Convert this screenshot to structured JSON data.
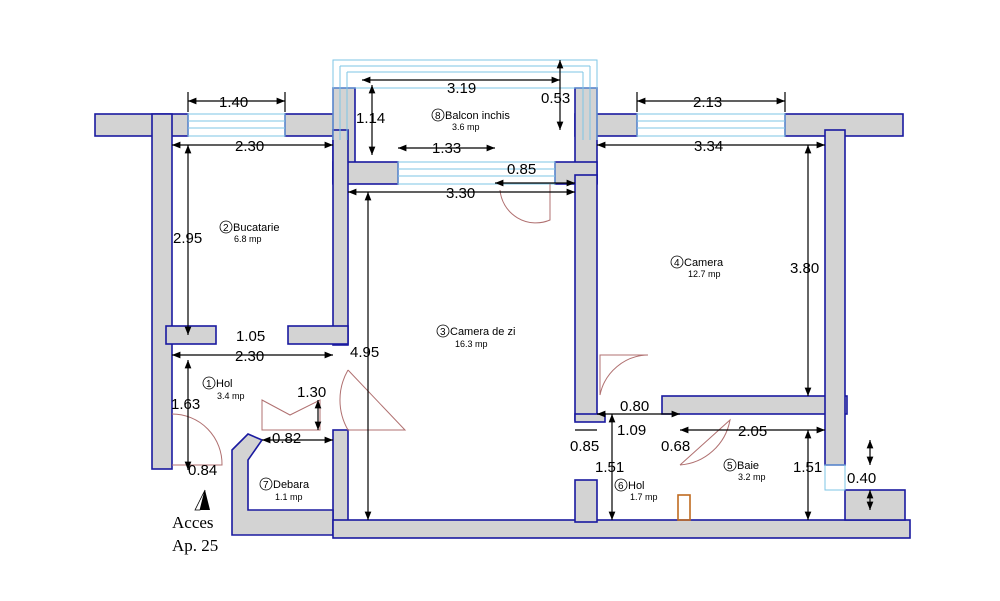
{
  "dimensions": {
    "d_1_40": "1.40",
    "d_2_30_top": "2.30",
    "d_2_95": "2.95",
    "d_1_05": "1.05",
    "d_2_30_mid": "2.30",
    "d_1_63": "1.63",
    "d_1_30": "1.30",
    "d_0_82": "0.82",
    "d_0_84": "0.84",
    "d_3_19": "3.19",
    "d_0_53": "0.53",
    "d_1_14": "1.14",
    "d_1_33": "1.33",
    "d_0_85_top": "0.85",
    "d_3_30": "3.30",
    "d_4_95": "4.95",
    "d_2_13": "2.13",
    "d_3_34": "3.34",
    "d_3_80": "3.80",
    "d_0_80": "0.80",
    "d_1_09": "1.09",
    "d_0_85_bot": "0.85",
    "d_0_68": "0.68",
    "d_2_05": "2.05",
    "d_1_51_left": "1.51",
    "d_1_51_right": "1.51",
    "d_0_40": "0.40"
  },
  "rooms": [
    {
      "num": "1",
      "name": "Hol",
      "area": "3.4 mp"
    },
    {
      "num": "2",
      "name": "Bucatarie",
      "area": "6.8 mp"
    },
    {
      "num": "3",
      "name": "Camera de zi",
      "area": "16.3 mp"
    },
    {
      "num": "4",
      "name": "Camera",
      "area": "12.7 mp"
    },
    {
      "num": "5",
      "name": "Baie",
      "area": "3.2 mp"
    },
    {
      "num": "6",
      "name": "Hol",
      "area": "1.7 mp"
    },
    {
      "num": "7",
      "name": "Debara",
      "area": "1.1 mp"
    },
    {
      "num": "8",
      "name": "Balcon inchis",
      "area": "3.6 mp"
    }
  ],
  "access": {
    "line1": "Acces",
    "line2": "Ap. 25"
  },
  "colors": {
    "wall_fill": "#d3d3d3",
    "wall_stroke": "#1a1aa0",
    "window": "#7ec6e6",
    "door": "#b07070"
  }
}
